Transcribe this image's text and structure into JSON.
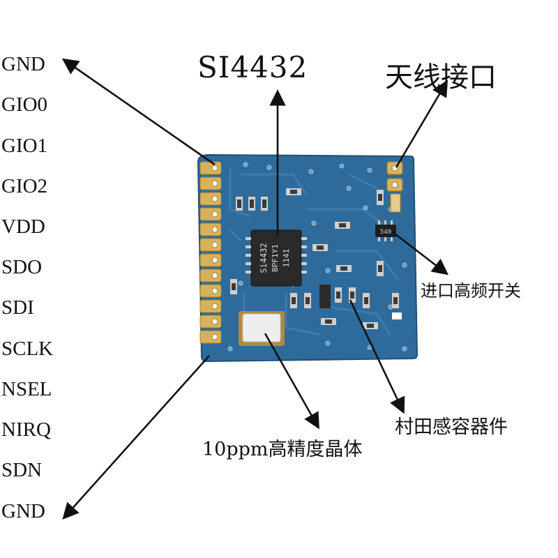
{
  "module_title": "SI4432",
  "antenna_label": "天线接口",
  "pins": [
    "GND",
    "GIO0",
    "GIO1",
    "GIO2",
    "VDD",
    "SDO",
    "SDI",
    "SCLK",
    "NSEL",
    "NIRQ",
    "SDN",
    "GND"
  ],
  "annotations": {
    "rf_switch": "进口高频开关",
    "murata": "村田感容器件",
    "crystal": "10ppm高精度晶体"
  },
  "chip_marking": [
    "Si4432",
    "BPF1Y1",
    "1141"
  ],
  "switch_marking": "540",
  "colors": {
    "pcb": "#2f6b9a",
    "pcb_dark": "#245a86",
    "trace": "#3d7fb0",
    "pad_gold": "#d8b25a",
    "chip": "#2a2a2a",
    "crystal_silver": "#e8e8e8",
    "arrow": "#111111"
  }
}
